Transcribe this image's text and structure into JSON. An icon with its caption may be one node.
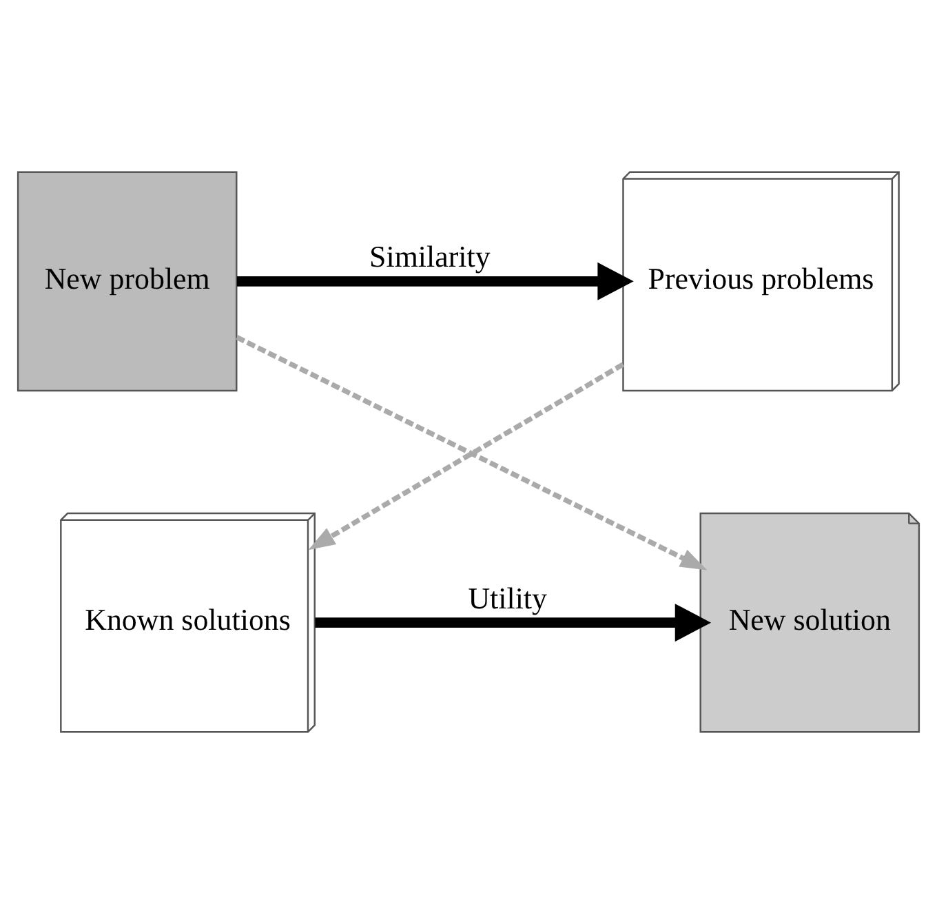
{
  "diagram": {
    "nodes": [
      {
        "text": [
          "New problem"
        ]
      },
      {
        "text": [
          "Previous problems"
        ]
      },
      {
        "text": [
          "Known solutions"
        ]
      },
      {
        "text": [
          "New solution"
        ]
      }
    ],
    "edges": [
      {
        "from": 0,
        "to": 1,
        "arrow": "to",
        "label": "Similarity",
        "style": "thick"
      },
      {
        "from": 1,
        "to": 2,
        "arrow": "to",
        "style": "dashed",
        "color": "#aaaaaa"
      },
      {
        "from": 2,
        "to": 3,
        "arrow": "to",
        "label": "Utility",
        "style": "thick"
      },
      {
        "from": 0,
        "to": 3,
        "arrow": "to",
        "style": "dashed",
        "color": "#aaaaaa"
      }
    ]
  }
}
